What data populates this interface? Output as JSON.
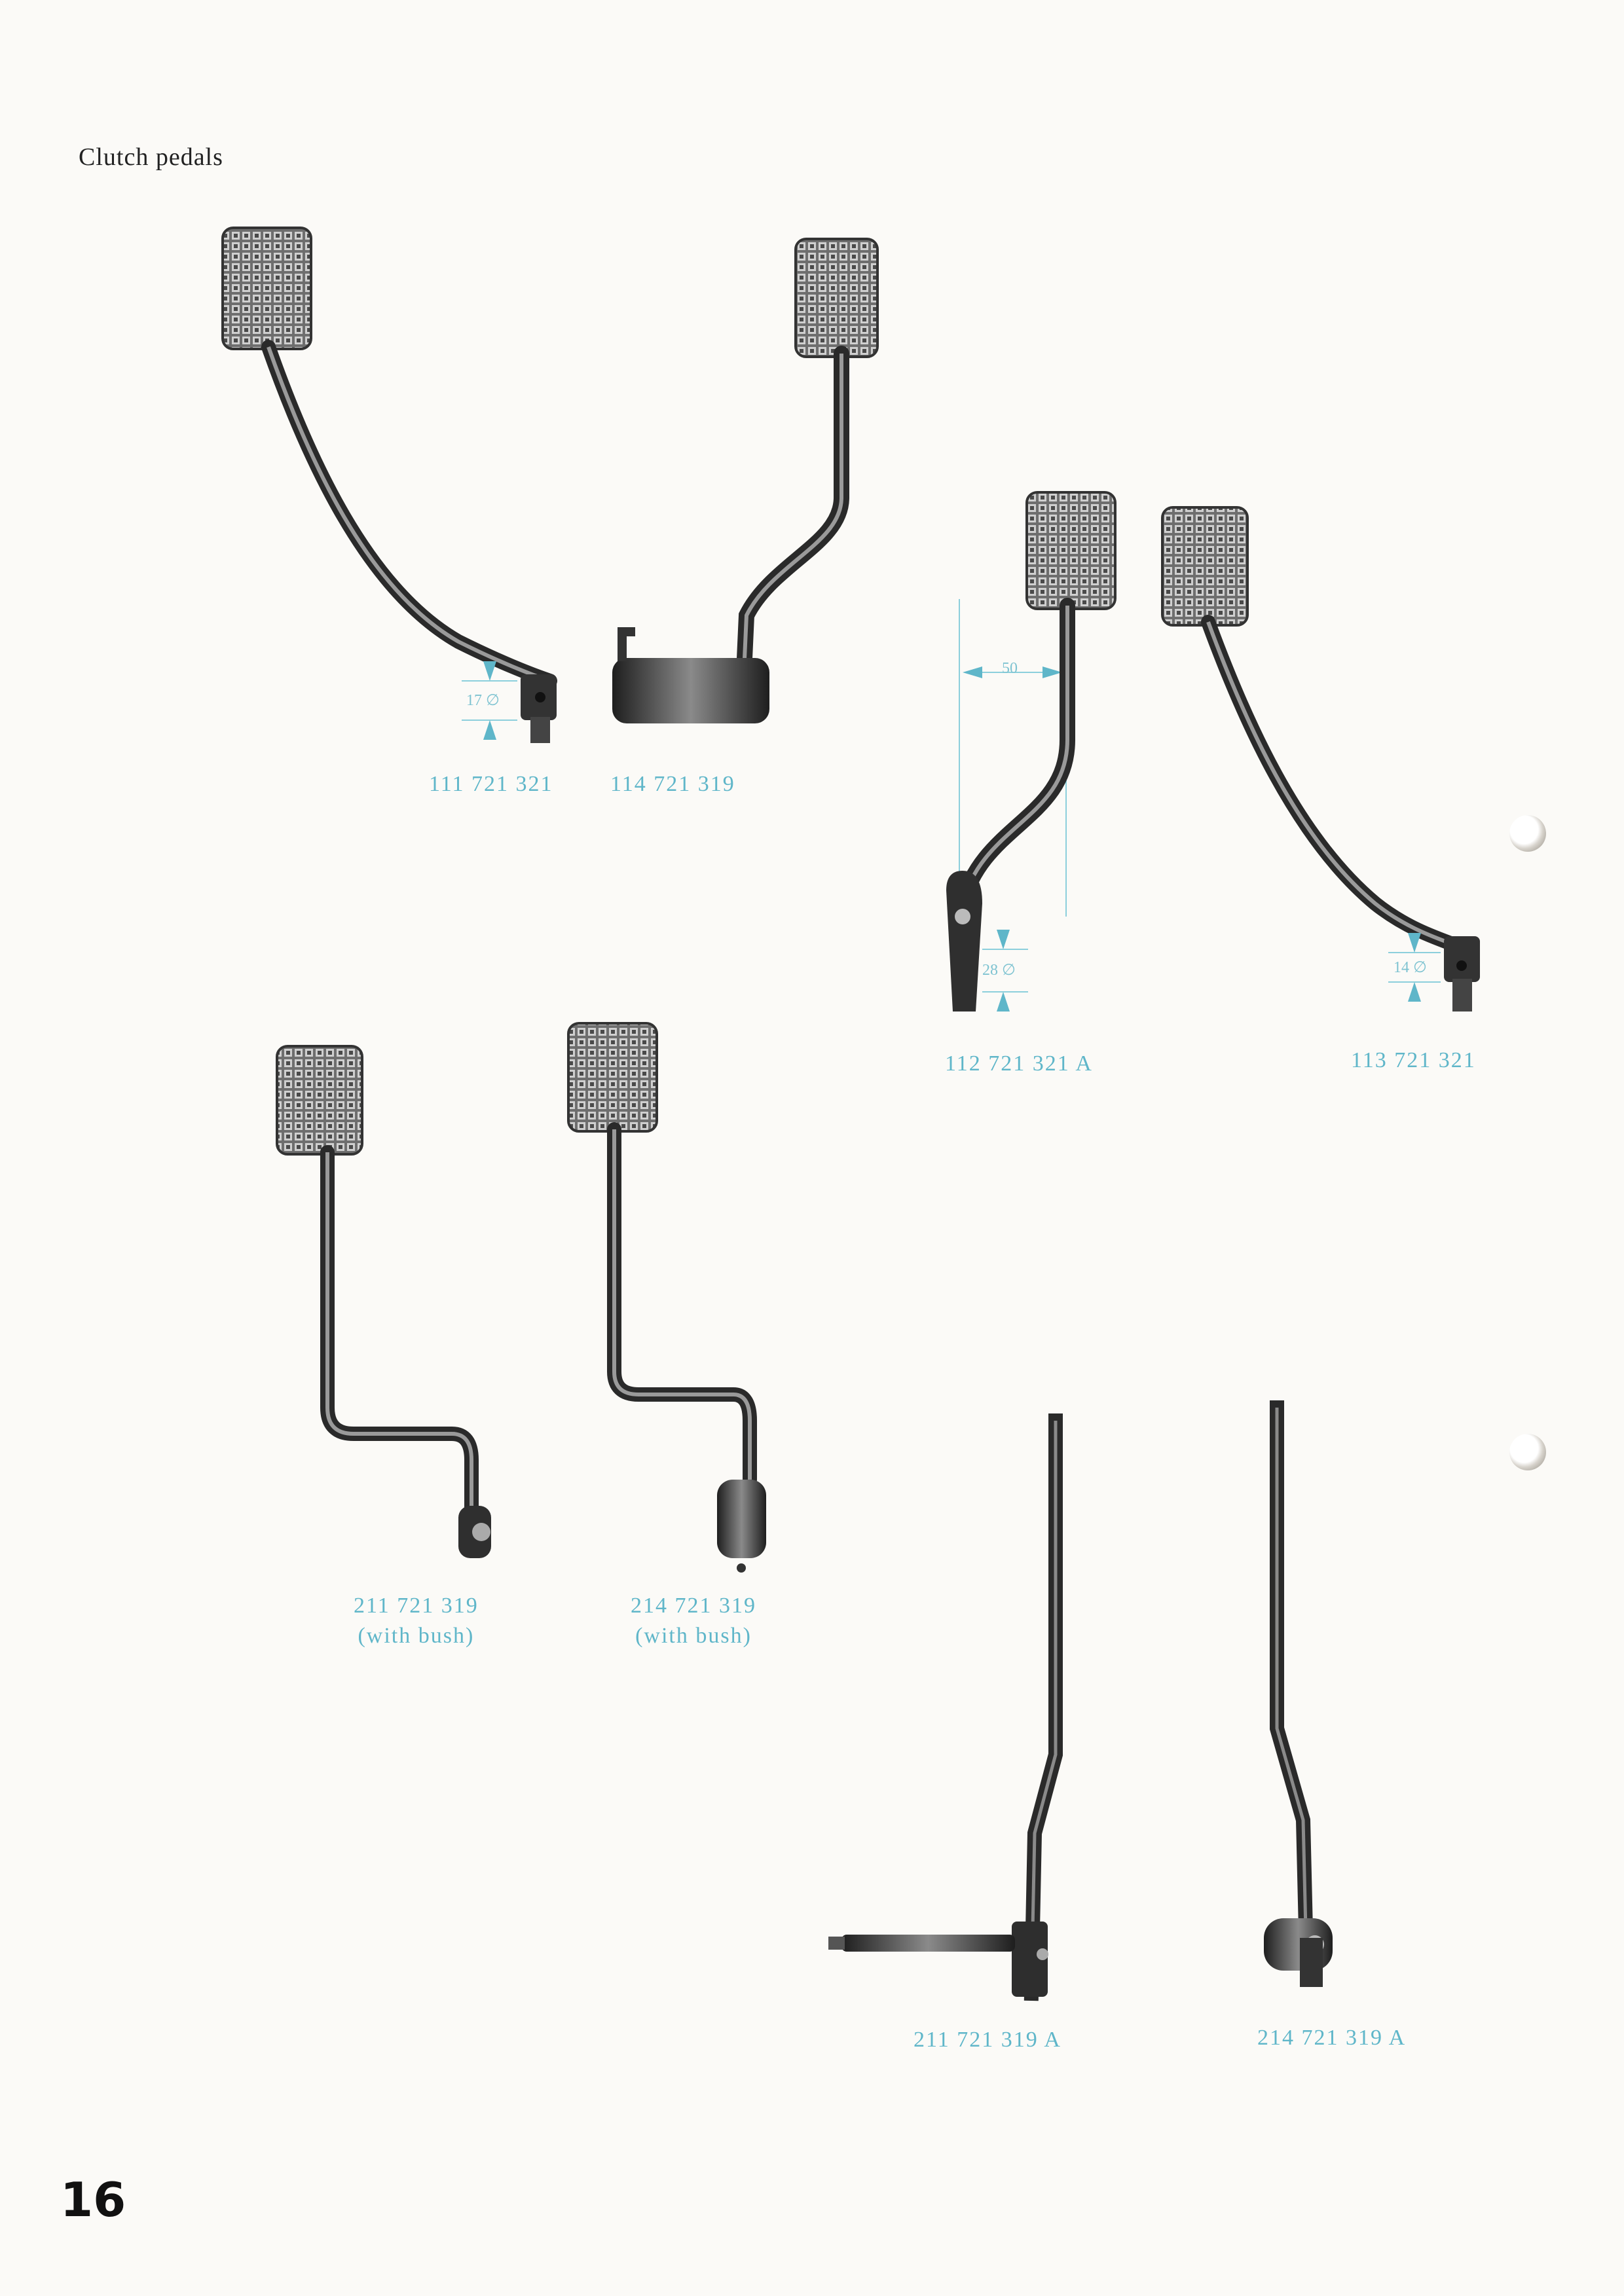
{
  "page": {
    "title": "Clutch pedals",
    "number": "16"
  },
  "parts": [
    {
      "id": "p1",
      "number": "111 721 321",
      "note": ""
    },
    {
      "id": "p2",
      "number": "114 721 319",
      "note": ""
    },
    {
      "id": "p3",
      "number": "112 721 321 A",
      "note": ""
    },
    {
      "id": "p4",
      "number": "113 721 321",
      "note": ""
    },
    {
      "id": "p5",
      "number": "211 721 319",
      "note": "(with bush)"
    },
    {
      "id": "p6",
      "number": "214 721 319",
      "note": "(with bush)"
    },
    {
      "id": "p7",
      "number": "211 721 319 A",
      "note": ""
    },
    {
      "id": "p8",
      "number": "214 721 319 A",
      "note": ""
    }
  ],
  "dimensions": {
    "d1": "17 ∅",
    "d2": "50",
    "d3": "28 ∅",
    "d4": "14 ∅"
  },
  "colors": {
    "label": "#5fb6c9",
    "metal": "#3a3a3a",
    "paper": "#fbfaf7"
  }
}
